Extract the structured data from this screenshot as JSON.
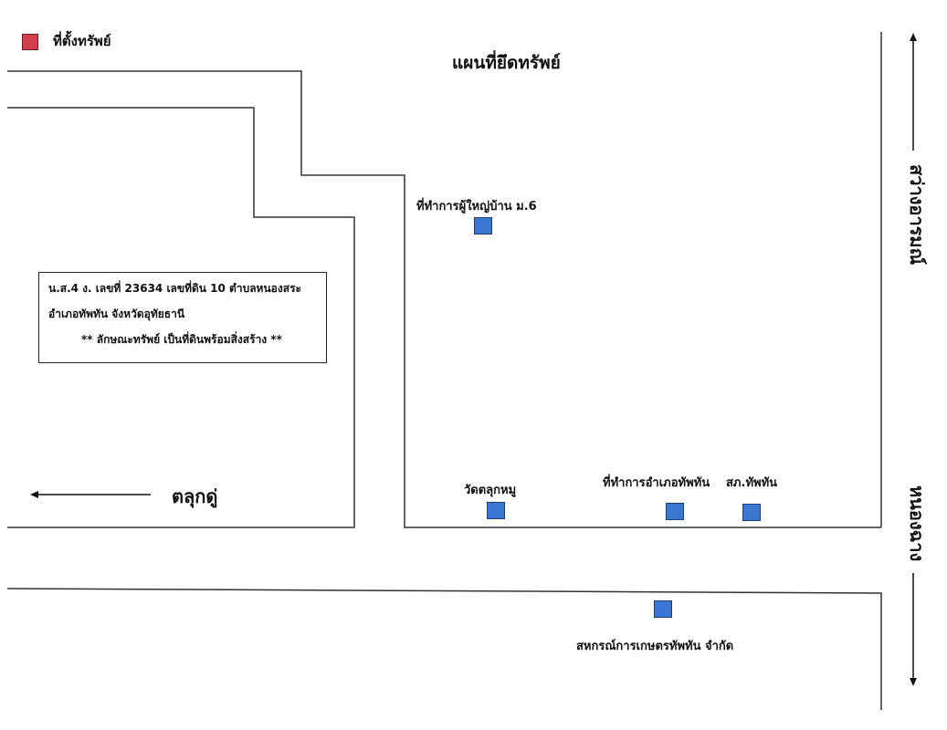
{
  "map": {
    "title": "แผนที่ยึดทรัพย์",
    "legend": {
      "label": "ที่ตั้งทรัพย์",
      "color": "#d2404e"
    },
    "landmarks": [
      {
        "id": "village-head-office",
        "label": "ที่ทำการผู้ใหญ่บ้าน ม.6"
      },
      {
        "id": "wat-talukmu",
        "label": "วัดตลุกหมู"
      },
      {
        "id": "district-office",
        "label": "ที่ทำการอำเภอทัพทัน"
      },
      {
        "id": "police-station",
        "label": "สภ.ทัพทัน"
      },
      {
        "id": "cooperative",
        "label": "สหกรณ์การเกษตรทัพทัน จำกัด"
      }
    ],
    "landmark_color": "#3a78d4",
    "info_box": {
      "line1": "น.ส.4 ง. เลขที่ 23634 เลขที่ดิน 10 ตำบลหนองสระ",
      "line2": "อำเภอทัพทัน จังหวัดอุทัยธานี",
      "line3": "** ลักษณะทรัพย์ เป็นที่ดินพร้อมสิ่งสร้าง **"
    },
    "directions": {
      "west": "ตลุกดู่",
      "north": "สว่างอารมณ์",
      "south": "หนองฉาง"
    }
  }
}
